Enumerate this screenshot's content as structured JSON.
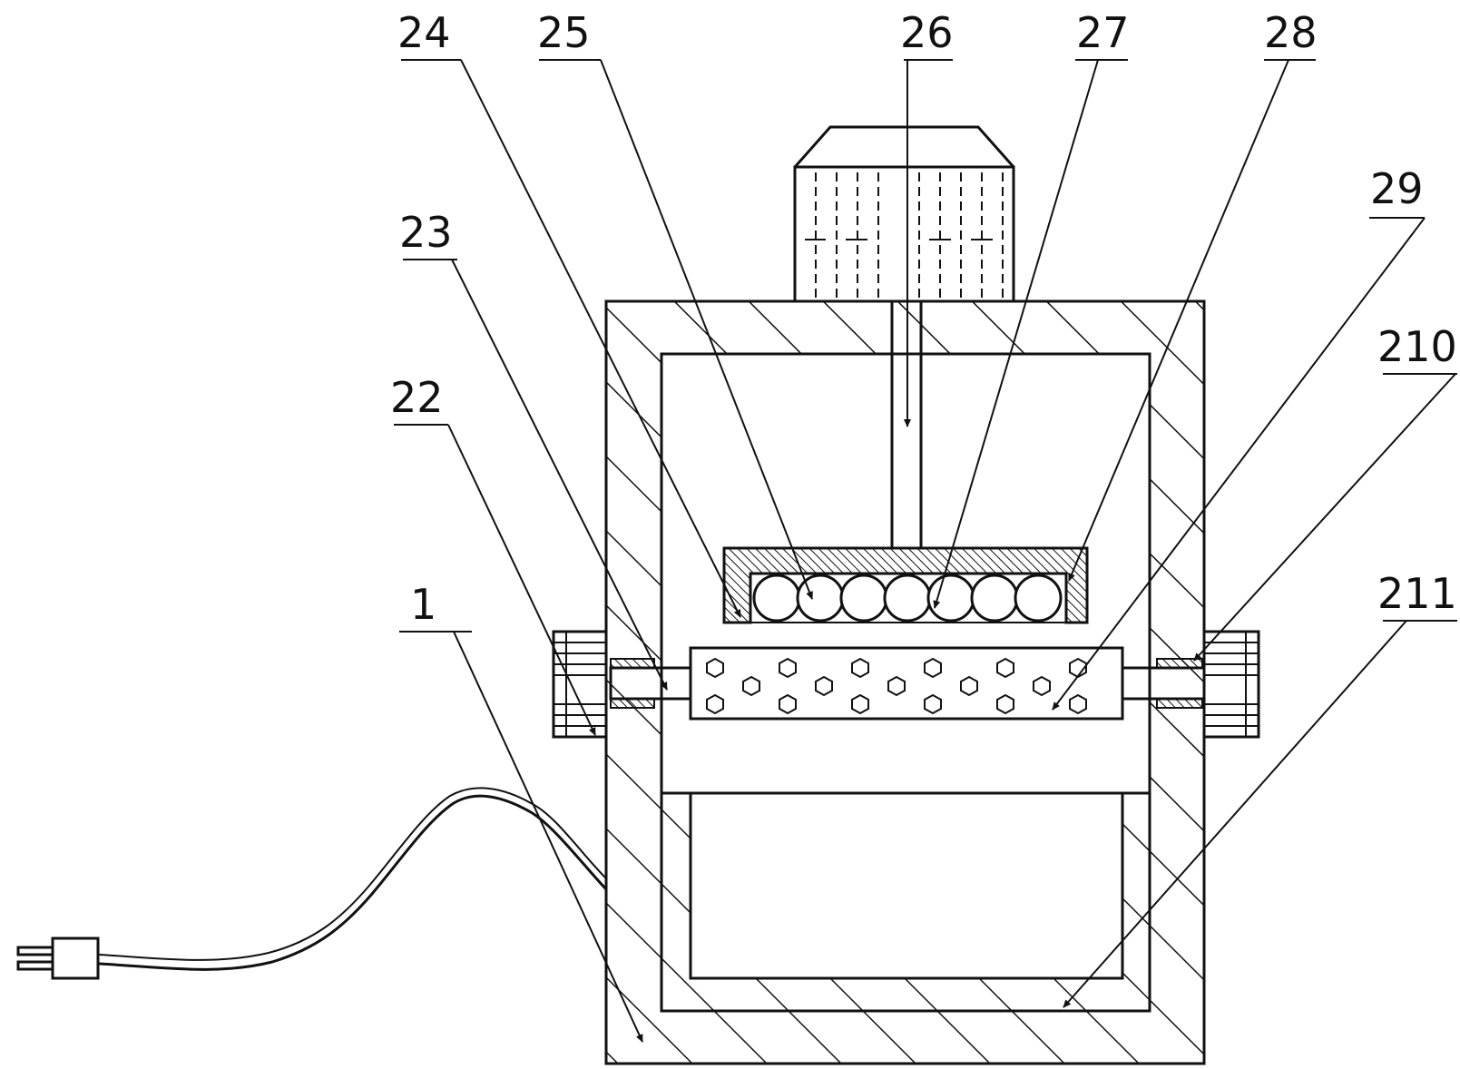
{
  "labels": {
    "l24": "24",
    "l25": "25",
    "l26": "26",
    "l27": "27",
    "l28": "28",
    "l23": "23",
    "l29": "29",
    "l22": "22",
    "l210": "210",
    "l1": "1",
    "l211": "211"
  },
  "colors": {
    "line": "#111111",
    "background": "#ffffff"
  }
}
